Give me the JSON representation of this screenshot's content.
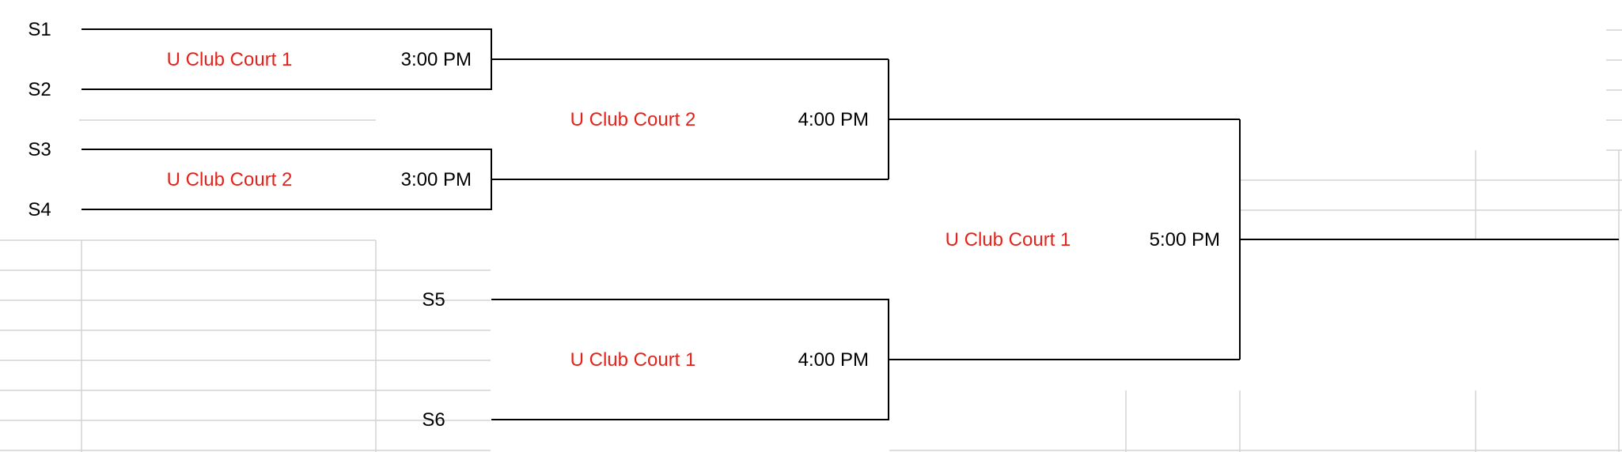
{
  "colors": {
    "court_text": "#e3231b",
    "line": "#000000",
    "grid": "#d4d4d4",
    "background": "#ffffff"
  },
  "seeds": {
    "s1": "S1",
    "s2": "S2",
    "s3": "S3",
    "s4": "S4",
    "s5": "S5",
    "s6": "S6"
  },
  "matches": {
    "qf1": {
      "court": "U Club Court 1",
      "time": "3:00 PM"
    },
    "qf2": {
      "court": "U Club Court 2",
      "time": "3:00 PM"
    },
    "sf1": {
      "court": "U Club Court 2",
      "time": "4:00 PM"
    },
    "sf2": {
      "court": "U Club Court 1",
      "time": "4:00 PM"
    },
    "final": {
      "court": "U Club Court 1",
      "time": "5:00 PM"
    }
  }
}
